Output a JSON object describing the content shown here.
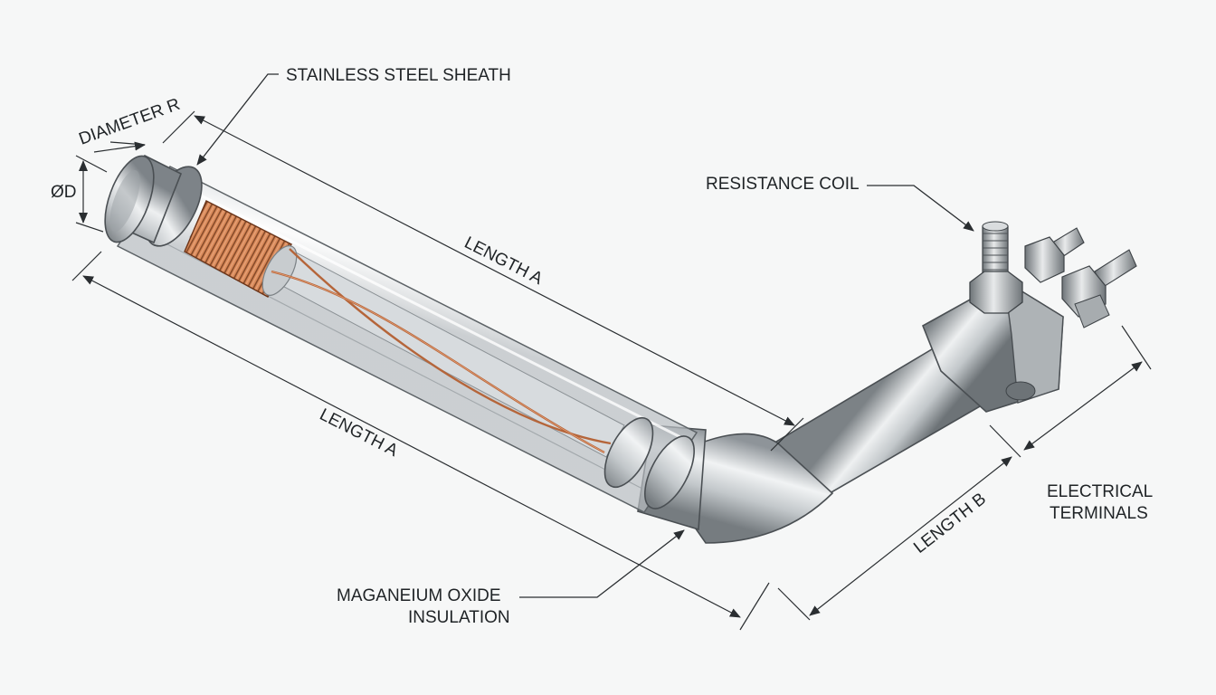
{
  "labels": {
    "sheath": "STAINLESS STEEL SHEATH",
    "coil": "RESISTANCE COIL",
    "insulation_line1": "MAGANEIUM OXIDE",
    "insulation_line2": "INSULATION",
    "terminals_line1": "ELECTRICAL",
    "terminals_line2": "TERMINALS"
  },
  "dimensions": {
    "diameter_r": "DIAMETER R",
    "diameter_d": "ØD",
    "length_a_top": "LENGTH A",
    "length_a_bottom": "LENGTH A",
    "length_b": "LENGTH B"
  },
  "colors": {
    "steel_dark": "#8e9499",
    "steel_light": "#eef0f1",
    "copper": "#b5653a",
    "line": "#2a2e31",
    "background": "#f6f7f7"
  }
}
